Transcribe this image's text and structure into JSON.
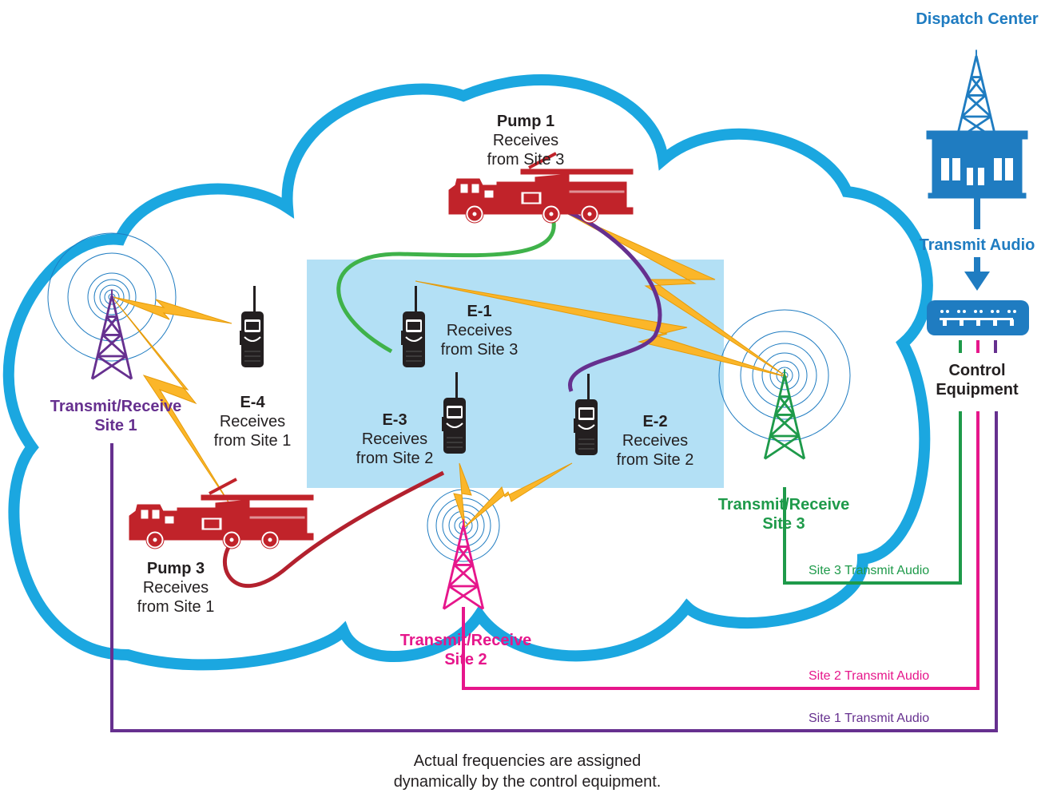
{
  "colors": {
    "cloud": "#1ba7e0",
    "blue": "#1f7cc1",
    "lightblue_area": "#b3e0f5",
    "site1": "#66308f",
    "site2": "#e6168b",
    "site3": "#1e9a4a",
    "lightning": "#fbb629",
    "truck": "#c1232a",
    "pump3_link": "#b3212e"
  },
  "dispatch": {
    "title": "Dispatch Center",
    "transmit_label": "Transmit Audio",
    "control_label_1": "Control",
    "control_label_2": "Equipment"
  },
  "sites": {
    "site1": {
      "label_1": "Transmit/Receive",
      "label_2": "Site 1",
      "audio": "Site 1 Transmit Audio"
    },
    "site2": {
      "label_1": "Transmit/Receive",
      "label_2": "Site 2",
      "audio": "Site 2 Transmit Audio"
    },
    "site3": {
      "label_1": "Transmit/Receive",
      "label_2": "Site 3",
      "audio": "Site 3 Transmit Audio"
    }
  },
  "units": {
    "pump1": {
      "name": "Pump 1",
      "line1": "Receives",
      "line2": "from Site 3"
    },
    "pump3": {
      "name": "Pump 3",
      "line1": "Receives",
      "line2": "from Site 1"
    },
    "e1": {
      "name": "E-1",
      "line1": "Receives",
      "line2": "from Site 3"
    },
    "e2": {
      "name": "E-2",
      "line1": "Receives",
      "line2": "from Site 2"
    },
    "e3": {
      "name": "E-3",
      "line1": "Receives",
      "line2": "from Site 2"
    },
    "e4": {
      "name": "E-4",
      "line1": "Receives",
      "line2": "from Site 1"
    }
  },
  "footer": {
    "line1": "Actual frequencies are assigned",
    "line2": "dynamically by the control equipment."
  }
}
